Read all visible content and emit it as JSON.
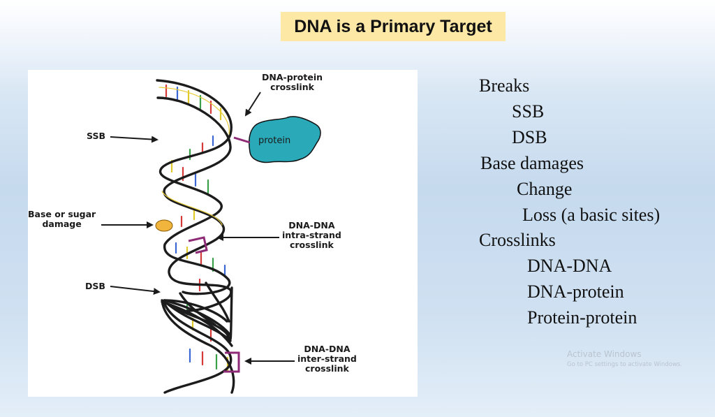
{
  "title": "DNA is a Primary Target",
  "diagram": {
    "labels": {
      "dna_protein_crosslink": "DNA-protein\ncrosslink",
      "ssb": "SSB",
      "protein": "protein",
      "base_sugar_damage": "Base or sugar\ndamage",
      "intra_strand": "DNA-DNA\nintra-strand\ncrosslink",
      "dsb": "DSB",
      "inter_strand": "DNA-DNA\ninter-strand\ncrosslink"
    },
    "colors": {
      "strand": "#1c1c1c",
      "strand_highlight": "#e8cd3a",
      "protein_fill": "#2aa9b8",
      "crosslink": "#8e2a76",
      "damage_oval": "#f1b43d"
    }
  },
  "list": {
    "breaks": "Breaks",
    "ssb": "SSB",
    "dsb": "DSB",
    "base_damages": "Base damages",
    "change": "Change",
    "loss": "Loss (a basic sites)",
    "crosslinks": "Crosslinks",
    "dna_dna": "DNA-DNA",
    "dna_protein": "DNA-protein",
    "protein_protein": "Protein-protein"
  },
  "watermark": {
    "line1": "Activate Windows",
    "line2": "Go to PC settings to activate Windows."
  }
}
